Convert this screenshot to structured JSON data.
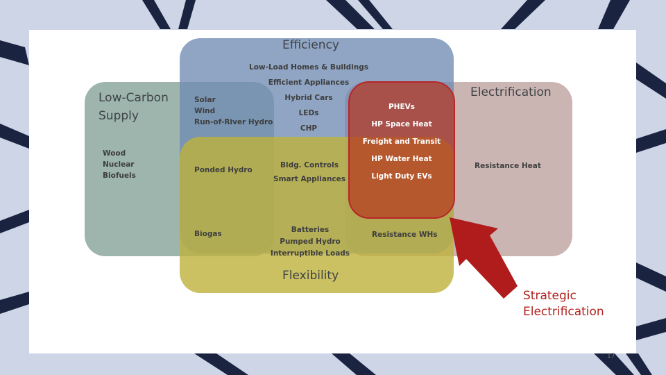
{
  "page_number": "17",
  "diagram": {
    "efficiency": {
      "title": "Efficiency",
      "items": [
        "Low-Load Homes & Buildings",
        "Efficient Appliances",
        "Hybrid Cars",
        "LEDs",
        "CHP"
      ]
    },
    "low_carbon_supply": {
      "title_line1": "Low-Carbon",
      "title_line2": "Supply",
      "items": [
        "Wood",
        "Nuclear",
        "Biofuels"
      ]
    },
    "efficiency_and_supply": {
      "items": [
        "Solar",
        "Wind",
        "Run-of-River Hydro"
      ]
    },
    "electrification": {
      "title": "Electrification",
      "items": [
        "Resistance Heat"
      ]
    },
    "strategic_electrification_region": {
      "items": [
        "PHEVs",
        "HP Space Heat",
        "Freight and Transit",
        "HP Water Heat",
        "Light Duty EVs"
      ]
    },
    "flexibility": {
      "title": "Flexibility"
    },
    "supply_flexibility_efficiency": {
      "items": [
        "Ponded Hydro"
      ]
    },
    "efficiency_flexibility": {
      "items": [
        "Bldg. Controls",
        "Smart Appliances"
      ]
    },
    "supply_flexibility": {
      "items": [
        "Biogas"
      ]
    },
    "flexibility_center": {
      "items": [
        "Batteries",
        "Pumped Hydro",
        "Interruptible Loads"
      ]
    },
    "electrification_flexibility": {
      "items": [
        "Resistance WHs"
      ]
    },
    "callout": {
      "line1": "Strategic",
      "line2": "Electrification"
    }
  },
  "colors": {
    "efficiency": "#7f97b8",
    "low_carbon_supply": "#8aa69a",
    "electrification": "#b99c9a",
    "flexibility": "#b5ad48",
    "strategic": "#b8262a",
    "background": "#cdd5e6"
  }
}
